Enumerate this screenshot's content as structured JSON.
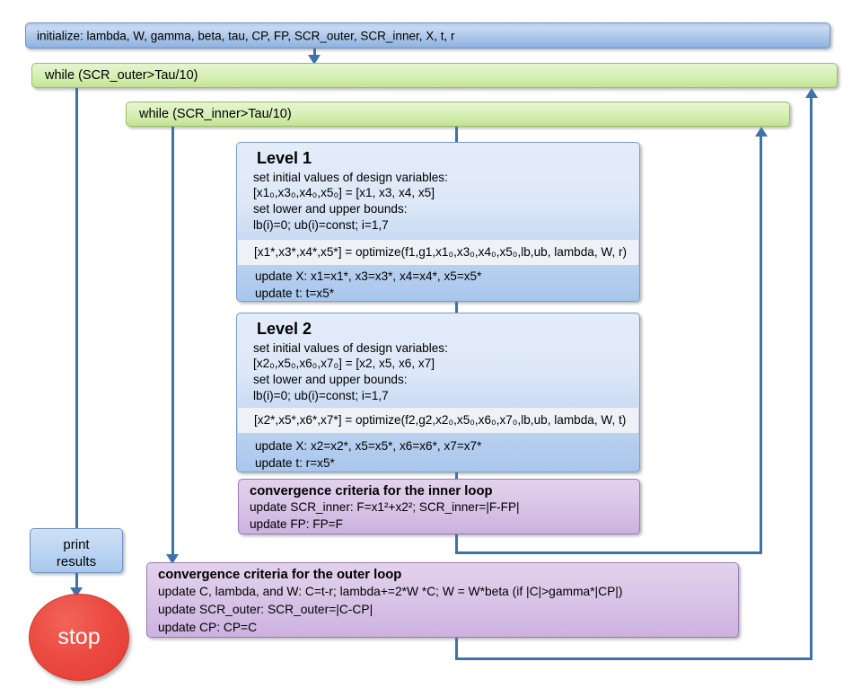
{
  "diagram": {
    "title": "Bi-level optimization algorithm flowchart",
    "colors": {
      "blue_bar": "#8db2e0",
      "green_bar": "#c3e394",
      "level_box": "#a8c6ec",
      "purple_box": "#cdb1e0",
      "stop_red": "#ec4b42",
      "connector": "#3f72ab"
    }
  },
  "initialize": {
    "text": "initialize: lambda, W, gamma, beta, tau, CP, FP, SCR_outer, SCR_inner, X, t, r"
  },
  "outer_while": {
    "text": "while (SCR_outer>Tau/10)"
  },
  "inner_while": {
    "text": "while (SCR_inner>Tau/10)"
  },
  "level1": {
    "title": "Level 1",
    "setup_lines": [
      "set initial values of design variables:",
      "[x1₀,x3₀,x4₀,x5₀] = [x1, x3, x4, x5]",
      "set lower and upper bounds:",
      "lb(i)=0; ub(i)=const; i=1,7"
    ],
    "optimize": "[x1*,x3*,x4*,x5*] = optimize(f1,g1,x1₀,x3₀,x4₀,x5₀,lb,ub, lambda, W, r)",
    "update_lines": [
      "update X: x1=x1*, x3=x3*, x4=x4*, x5=x5*",
      "update t: t=x5*"
    ]
  },
  "level2": {
    "title": "Level 2",
    "setup_lines": [
      "set initial values of design variables:",
      "[x2₀,x5₀,x6₀,x7₀] = [x2, x5, x6, x7]",
      "set lower and upper bounds:",
      "lb(i)=0; ub(i)=const; i=1,7"
    ],
    "optimize": "[x2*,x5*,x6*,x7*] = optimize(f2,g2,x2₀,x5₀,x6₀,x7₀,lb,ub, lambda, W, t)",
    "update_lines": [
      "update X: x2=x2*, x5=x5*, x6=x6*, x7=x7*",
      "update t: r=x5*"
    ]
  },
  "inner_convergence": {
    "title": "convergence criteria for the inner loop",
    "lines": [
      "update SCR_inner: F=x1²+x2²; SCR_inner=|F-FP|",
      "update FP: FP=F"
    ]
  },
  "outer_convergence": {
    "title": "convergence criteria for the outer  loop",
    "lines": [
      "update C, lambda, and W: C=t-r; lambda+=2*W *C; W = W*beta (if |C|>gamma*|CP|)",
      "update SCR_outer: SCR_outer=|C-CP|",
      "update CP: CP=C"
    ]
  },
  "print_results": {
    "line1": "print",
    "line2": "results"
  },
  "stop": {
    "label": "stop"
  }
}
